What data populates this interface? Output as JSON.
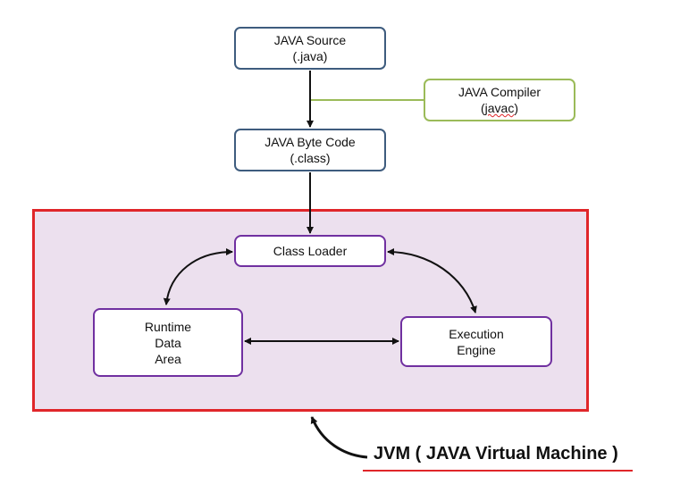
{
  "nodes": {
    "java_source": {
      "line1": "JAVA Source",
      "line2": "(.java)"
    },
    "java_compiler": {
      "line1": "JAVA Compiler",
      "line2_open": "(",
      "line2_word": "javac",
      "line2_close": ")"
    },
    "byte_code": {
      "line1": "JAVA Byte Code",
      "line2": "(.class)"
    },
    "class_loader": {
      "label": "Class Loader"
    },
    "runtime_data_area": {
      "line1": "Runtime",
      "line2": "Data",
      "line3": "Area"
    },
    "execution_engine": {
      "line1": "Execution",
      "line2": "Engine"
    }
  },
  "jvm": {
    "label": "JVM ( JAVA Virtual Machine )"
  },
  "colors": {
    "jvm_border": "#e0262a",
    "jvm_fill": "#ece0ee",
    "source_border": "#3e5c7e",
    "compiler_border": "#9bbb59",
    "component_border": "#7030a0"
  }
}
